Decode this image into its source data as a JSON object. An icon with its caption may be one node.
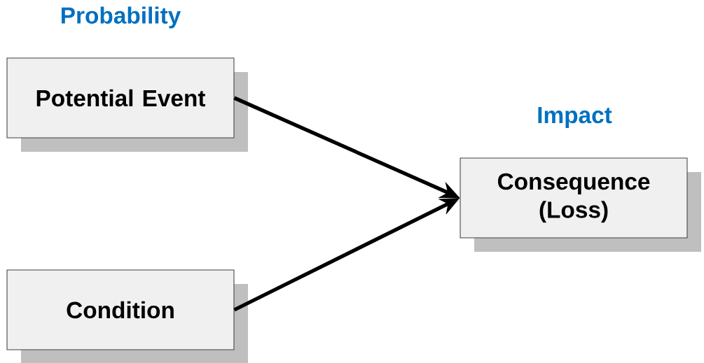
{
  "diagram": {
    "nodes": [
      {
        "text": [
          "Potential Event"
        ]
      },
      {
        "text": [
          "Condition"
        ]
      },
      {
        "text": [
          "Consequence (Loss)"
        ]
      }
    ],
    "edges": [
      {
        "from": 0,
        "to": 2,
        "arrow": "to"
      },
      {
        "from": 1,
        "to": 2,
        "arrow": "to"
      }
    ],
    "labels": [
      "Probability",
      "Impact"
    ]
  }
}
